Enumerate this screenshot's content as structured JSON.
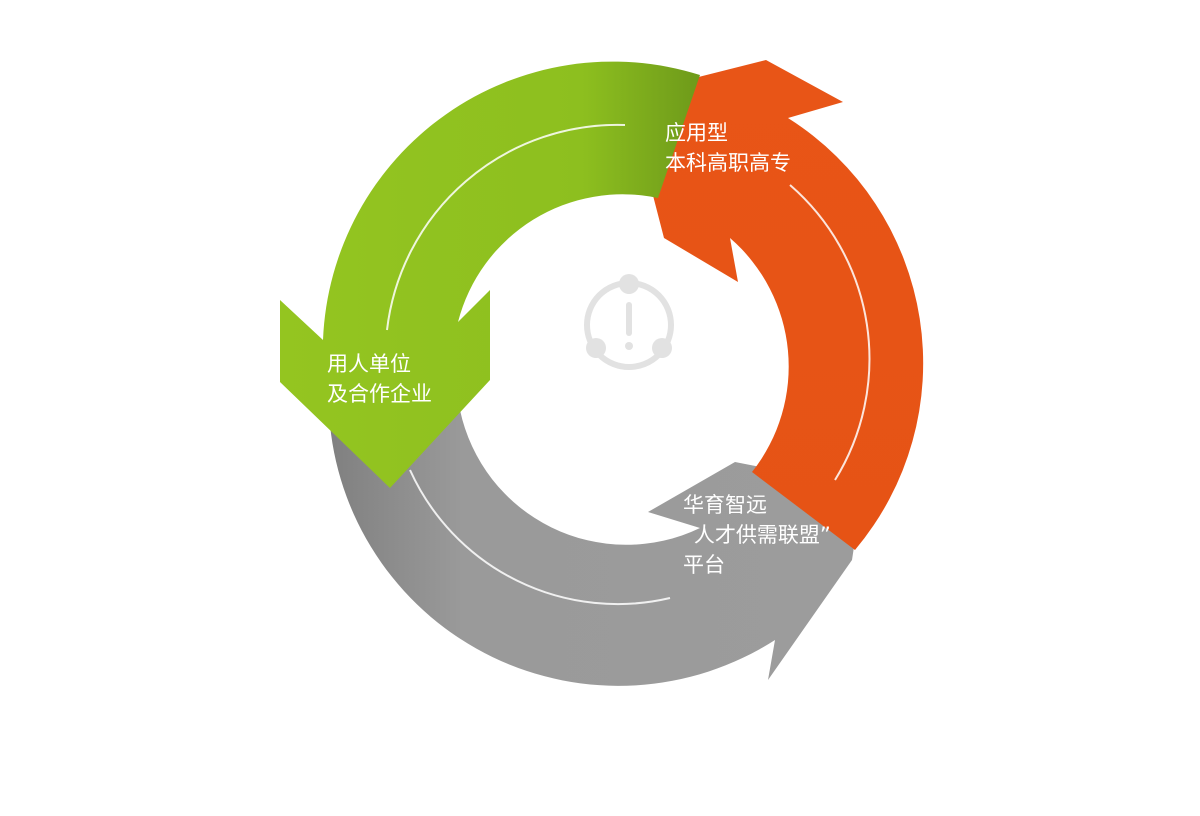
{
  "stages": [
    {
      "id": "schools",
      "lines": [
        "应用型",
        "本科高职高专"
      ],
      "color": "#E85517"
    },
    {
      "id": "platform",
      "lines": [
        "华育智远",
        "“人才供需联盟”",
        "平台"
      ],
      "color": "#9B9B9B"
    },
    {
      "id": "employers",
      "lines": [
        "用人单位",
        "及合作企业"
      ],
      "color": "#8FC21F"
    }
  ],
  "center_icon": "network-alert-icon",
  "colors": {
    "center_icon": "#E2E2E2",
    "background": "#FFFFFF"
  }
}
